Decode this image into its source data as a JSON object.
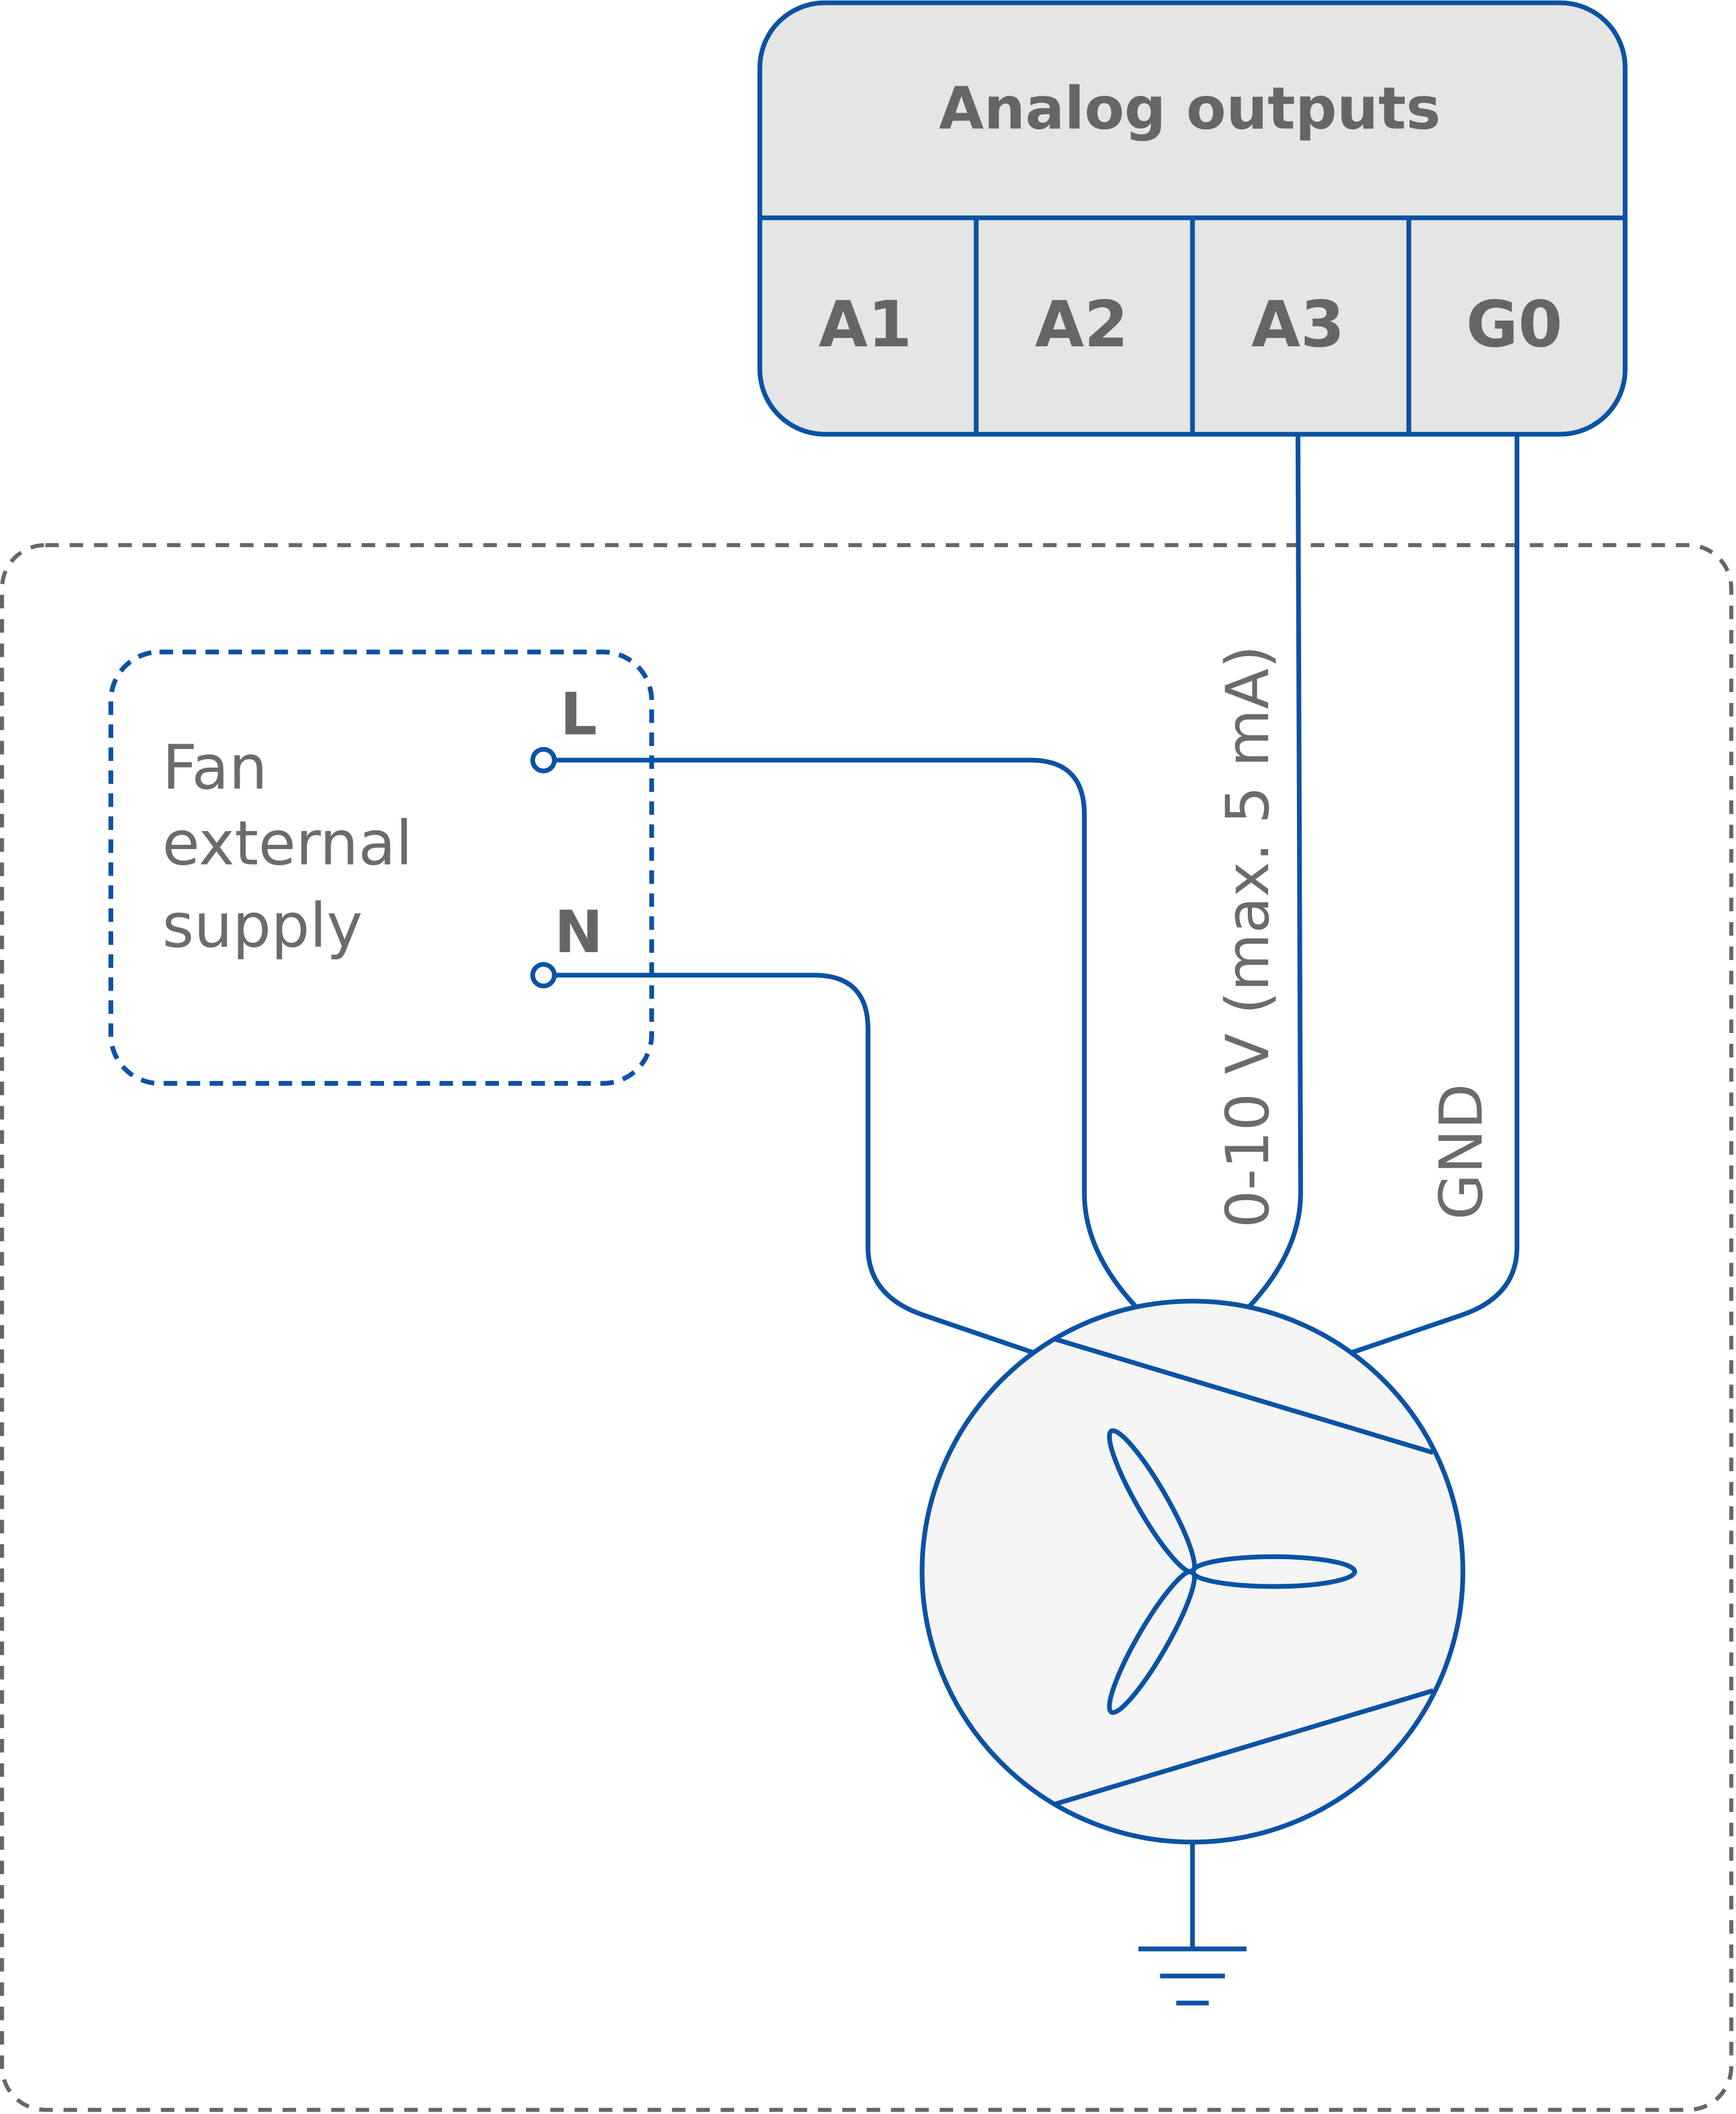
{
  "terminal_block": {
    "title": "Analog outputs",
    "terminals": [
      "A1",
      "A2",
      "A3",
      "G0"
    ]
  },
  "supply": {
    "label_line1": "Fan",
    "label_line2": "external",
    "label_line3": "supply",
    "terminal_l": "L",
    "terminal_n": "N"
  },
  "wires": {
    "signal_label": "0-10 V (max. 5 mA)",
    "gnd_label": "GND"
  },
  "colors": {
    "wire": "#0a52a5",
    "block_fill": "#e5e5e5",
    "fan_fill": "#f5f5f5",
    "text": "#666666",
    "dashed_border": "#666666"
  }
}
